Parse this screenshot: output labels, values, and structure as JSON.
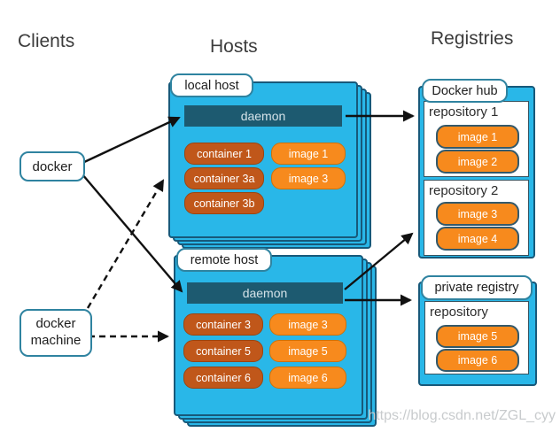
{
  "headers": {
    "clients": "Clients",
    "hosts": "Hosts",
    "registries": "Registries"
  },
  "clients": {
    "docker": {
      "label": "docker"
    },
    "docker_machine": {
      "label": "docker\nmachine"
    }
  },
  "hosts": {
    "local": {
      "label": "local host",
      "daemon": "daemon",
      "containers": [
        "container 1",
        "container 3a",
        "container 3b"
      ],
      "images": [
        "image 1",
        "image 3"
      ]
    },
    "remote": {
      "label": "remote host",
      "daemon": "daemon",
      "containers": [
        "container 3",
        "container 5",
        "container 6"
      ],
      "images": [
        "image 3",
        "image 5",
        "image 6"
      ]
    }
  },
  "registries": {
    "docker_hub": {
      "label": "Docker hub",
      "repositories": [
        {
          "name": "repository 1",
          "images": [
            "image 1",
            "image 2"
          ]
        },
        {
          "name": "repository 2",
          "images": [
            "image 3",
            "image 4"
          ]
        }
      ]
    },
    "private_registry": {
      "label": "private registry",
      "repositories": [
        {
          "name": "repository",
          "images": [
            "image 5",
            "image 6"
          ]
        }
      ]
    }
  },
  "watermark": {
    "text": "https://blog.csdn.net/ZGL_cyy"
  },
  "colors": {
    "host_fill": "#29b7e8",
    "host_border": "#17597a",
    "daemon_fill": "#1d5a70",
    "container_fill": "#c0571a",
    "image_fill": "#f78a1d",
    "label_border": "#2f83a0",
    "arrow": "#111111"
  }
}
